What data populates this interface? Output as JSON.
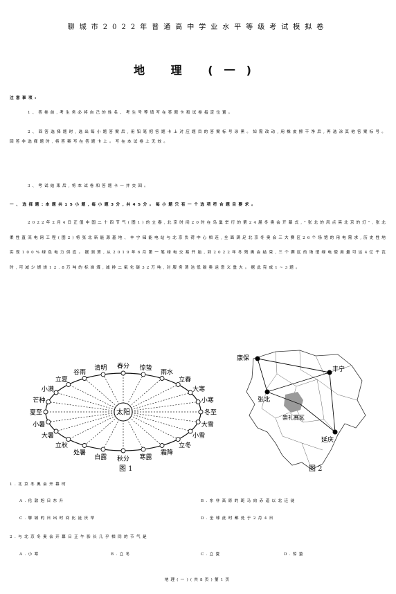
{
  "header": "聊城市2022年普通高中学业水平等级考试模拟卷",
  "title": "地 理 (一)",
  "notice_title": "注意事项:",
  "notices": [
    "1、答卷前,考生务必将自己的姓名、考生号等填写在答题卡和试卷指定位置。",
    "2、回答选择题时,选出每小题答案后,用铅笔把答题卡上对应题目的答案标号涂黑。如需改动,用橡皮擦干净后,再选涂其他答案标号。回答非选择题时,将答案写在答题卡上。写在本试卷上无效。",
    "3、考试结束后,将本试卷和答题卡一并交回。"
  ],
  "section1": "一、选择题:本题共15小题,每小题3分,共45分。每小题只有一个选项符合题目要求。",
  "passage": "2022年2月4日正值中国二十四节气(图1)的立春,北京时间20时在鸟巢举行的第24届冬奥会开幕式,\"张北的风点亮北京的灯\",张北柔性直流电网工程(图2)将张北新能源基地、丰宁储能电站与北京负荷中心相连,全面满足北京冬奥会三大赛区26个场馆的用电需求,历史性地实现100%绿色电力供应。据测算,从2019年6月第一笔绿电交易开始,到2022年冬残奥会结束,三个赛区的场馆绿电使用量可达4亿千瓦时,可减少燃烧12.8万吨的标准煤,减排二氧化碳32万吨,对服务清洁低碳奥运意义重大。据此完成1~3题。",
  "figure1": {
    "caption": "图 1",
    "center": "太阳",
    "terms": [
      "立春",
      "雨水",
      "惊蛰",
      "春分",
      "清明",
      "谷雨",
      "立夏",
      "小满",
      "芒种",
      "夏至",
      "小暑",
      "大暑",
      "立秋",
      "处暑",
      "白露",
      "秋分",
      "寒露",
      "霜降",
      "立冬",
      "小雪",
      "大雪",
      "冬至",
      "小寒",
      "大寒"
    ]
  },
  "figure2": {
    "caption": "图 2",
    "places": [
      "康保",
      "丰宁",
      "张北",
      "崇礼赛区",
      "延庆"
    ]
  },
  "q1": {
    "stem": "1.北京冬奥会开幕时",
    "options": [
      "A.伦敦旭日东升",
      "B.东非高原的斑马向赤道以北迁徙",
      "C.聊城的日出时间比延庆早",
      "D.全球此时都处于2月4日"
    ]
  },
  "q2": {
    "stem": "2.与北京冬奥会开幕日正午影长几乎相同的节气是",
    "options": [
      "A.小寒",
      "B.立冬",
      "C.立夏",
      "D.惊蛰"
    ]
  },
  "footer": "地理(一)(共8页)第1页"
}
